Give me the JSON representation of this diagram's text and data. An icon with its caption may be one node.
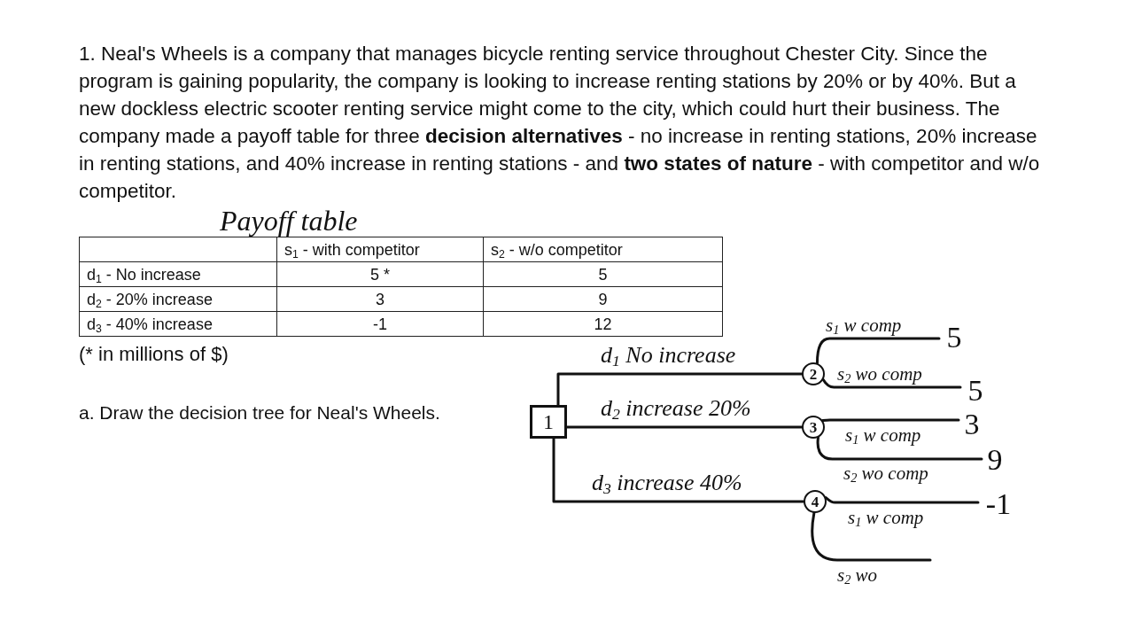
{
  "diagram": {
    "nodes": [
      {
        "text": [
          "1"
        ]
      },
      {
        "text": [
          "2"
        ]
      },
      {
        "text": [
          "3"
        ]
      },
      {
        "text": [
          "4"
        ]
      },
      {
        "text": [
          "5"
        ]
      },
      {
        "text": [
          "5"
        ]
      },
      {
        "text": [
          "3"
        ]
      },
      {
        "text": [
          "9"
        ]
      },
      {
        "text": [
          "-1"
        ]
      }
    ],
    "edges": [
      {
        "from": 0,
        "to": 1,
        "arrow": "none",
        "label": "d$_{1}$ No increase"
      },
      {
        "from": 0,
        "to": 2,
        "arrow": "none",
        "label": "d$_{2}$ increase 20%"
      },
      {
        "from": 0,
        "to": 3,
        "arrow": "none",
        "label": "d$_{3}$ increase 40%"
      },
      {
        "from": 1,
        "to": 4,
        "arrow": "none",
        "label": "s$_{1}$ w comp"
      },
      {
        "from": 1,
        "to": 5,
        "arrow": "none",
        "label": "s$_{2}$ wo comp"
      },
      {
        "from": 2,
        "to": 6,
        "arrow": "none",
        "label": "s$_{1}$ w comp"
      },
      {
        "from": 2,
        "to": 7,
        "arrow": "none",
        "label": "s$_{2}$ wo comp"
      },
      {
        "from": 3,
        "to": 8,
        "arrow": "none",
        "label": "s$_{1}$ w comp"
      },
      {
        "from": 3,
        "to": null,
        "arrow": "none",
        "label": "s$_{2}$ wo"
      }
    ],
    "labels": [
      "1. Neal's Wheels is a company that manages bicycle renting service throughout Chester City. Since the program is gaining popularity, the company is looking to increase renting stations by 20% or by 40%. But a new dockless electric scooter renting service might come to the city, which could hurt their business. The company made a payoff table for three **decision alternatives** - no increase in renting stations, 20% increase in renting stations, and 40% increase in renting stations - and **two states of nature** - with competitor and w/o competitor.",
      "Payoff table",
      "s$_{1}$ - with competitor",
      "s$_{2}$ - w/o competitor",
      "d$_{1}$ - No increase",
      "5 *",
      "5",
      "d$_{2}$ - 20% increase",
      "3",
      "9",
      "d$_{3}$ - 40% increase",
      "-1",
      "12",
      "(* in millions of $)",
      "a. Draw the decision tree for Neal's Wheels."
    ]
  }
}
